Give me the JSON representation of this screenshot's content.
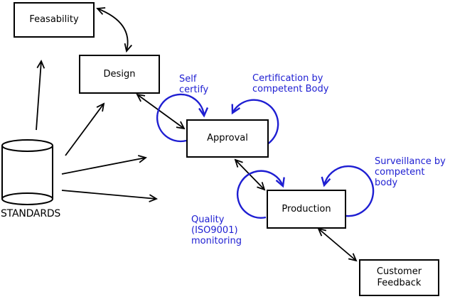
{
  "boxes": {
    "feasability": {
      "label": "Feasability"
    },
    "design": {
      "label": "Design"
    },
    "approval": {
      "label": "Approval"
    },
    "production": {
      "label": "Production"
    },
    "customer_feedback": {
      "label": "Customer\nFeedback"
    }
  },
  "datastore": {
    "label": "STANDARDS"
  },
  "annotations": {
    "self_certify": {
      "text": "Self\ncertify"
    },
    "certification": {
      "text": "Certification by\ncompetent Body"
    },
    "surveillance": {
      "text": "Surveillance by\ncompetent body"
    },
    "quality": {
      "text": "Quality\n(ISO9001)\nmonitoring"
    }
  },
  "colors": {
    "annotation_blue": "#1e1ed2",
    "line_black": "#000000",
    "background": "#ffffff"
  }
}
